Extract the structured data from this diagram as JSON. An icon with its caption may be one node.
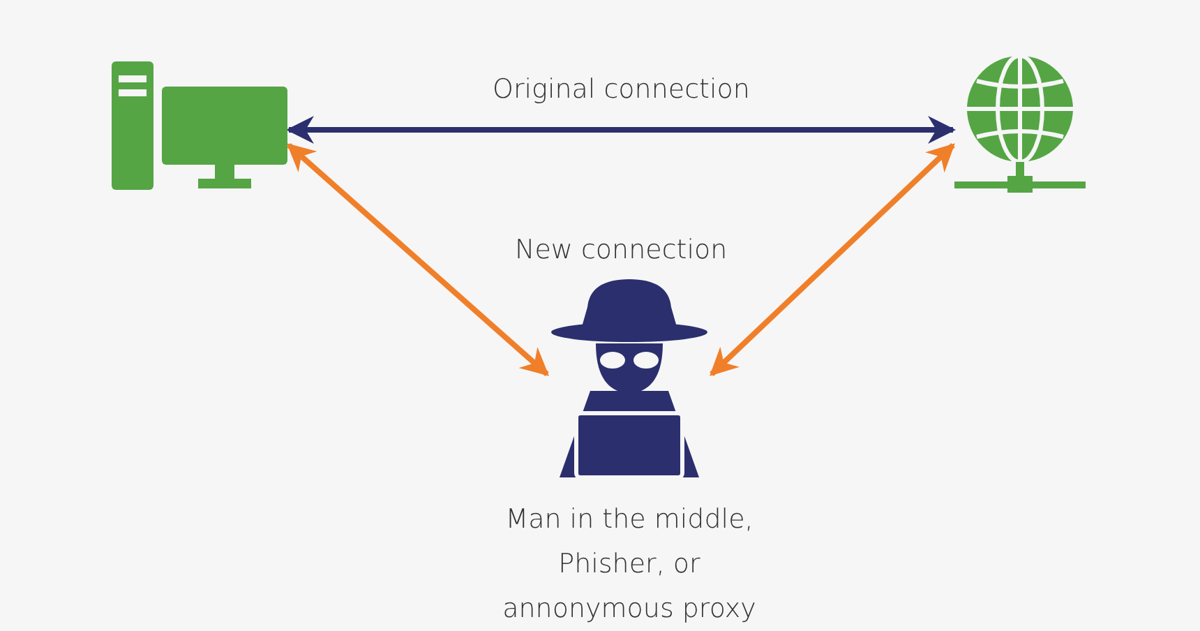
{
  "diagram": {
    "nodes": [
      {
        "text": [],
        "shape": "picture"
      },
      {
        "text": [],
        "shape": "picture"
      },
      {
        "text": [],
        "shape": "picture",
        "beside": [
          "Man in the middle, Phisher, or annonymous proxy"
        ]
      }
    ],
    "edges": [
      {
        "from": 0,
        "to": 1,
        "arrow": "both",
        "label": "Original connection",
        "color": "#2b2f6e"
      },
      {
        "from": 0,
        "to": 2,
        "arrow": "both"
      },
      {
        "from": 2,
        "to": 1,
        "arrow": "both"
      }
    ],
    "labels": [
      "New connection"
    ]
  }
}
